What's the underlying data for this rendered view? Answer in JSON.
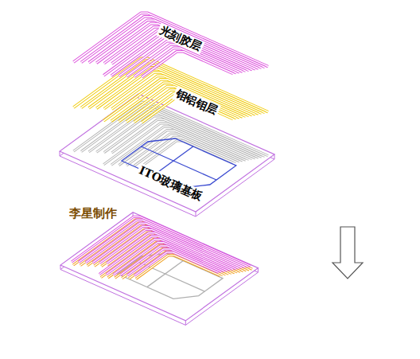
{
  "diagram": {
    "labels": [
      "光刻胶层",
      "钼铝钼层",
      "ITO玻璃基板",
      "李星制作"
    ]
  }
}
